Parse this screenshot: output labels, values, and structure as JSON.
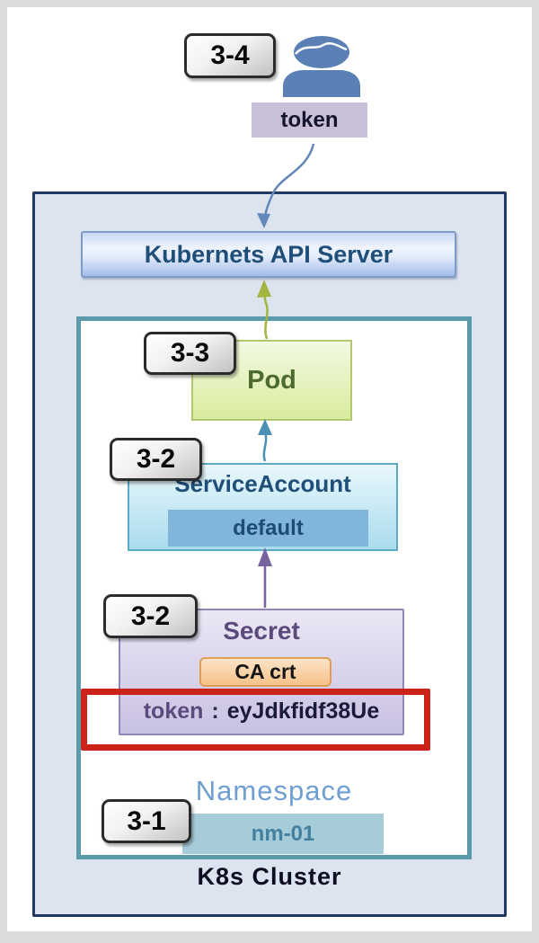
{
  "colors": {
    "frame_border": "#dcdcdc",
    "cluster_fill": "#dce4f0",
    "cluster_border": "#1f3864",
    "namespace_box_border": "#5b9aab",
    "api_server_border": "#7f9cc7",
    "api_server_text": "#1f4e79",
    "pod_fill": "#d9ec9f",
    "pod_text": "#4e6b2f",
    "service_account_fill": "#aadcee",
    "service_account_text": "#1f4e79",
    "default_bar_fill": "#82b5da",
    "secret_fill": "#c9c1e2",
    "secret_text": "#5d4a7d",
    "ca_chip_fill": "#f6c289",
    "ca_chip_border": "#df9d55",
    "token_label_fill": "#c9c0d8",
    "highlight_rect": "#c9231a",
    "nm_bar_fill": "#a7ccd9",
    "nm_bar_text": "#43809f",
    "namespace_label_text": "#6f9ed0",
    "arrow_blue": "#6486b8",
    "arrow_green": "#a2b53f",
    "arrow_teal": "#4a8fb4",
    "arrow_purple": "#77649f",
    "user_icon": "#5b80b5",
    "badge_border": "#2b2b2b"
  },
  "actor": {
    "step_badge": "3-4",
    "icon": "user-icon",
    "token_label": "token"
  },
  "cluster": {
    "label": "K8s Cluster",
    "api_server_label": "Kubernets API Server",
    "namespace_box": {
      "pod": {
        "step_badge": "3-3",
        "label": "Pod"
      },
      "service_account": {
        "step_badge": "3-2",
        "label": "ServiceAccount",
        "name": "default"
      },
      "secret": {
        "step_badge": "3-2",
        "label": "Secret",
        "ca_label": "CA crt",
        "token_key": "token",
        "token_separator": ":",
        "token_value": "eyJdkfidf38Ue"
      },
      "namespace": {
        "step_badge": "3-1",
        "label": "Namespace",
        "name": "nm-01"
      }
    }
  }
}
